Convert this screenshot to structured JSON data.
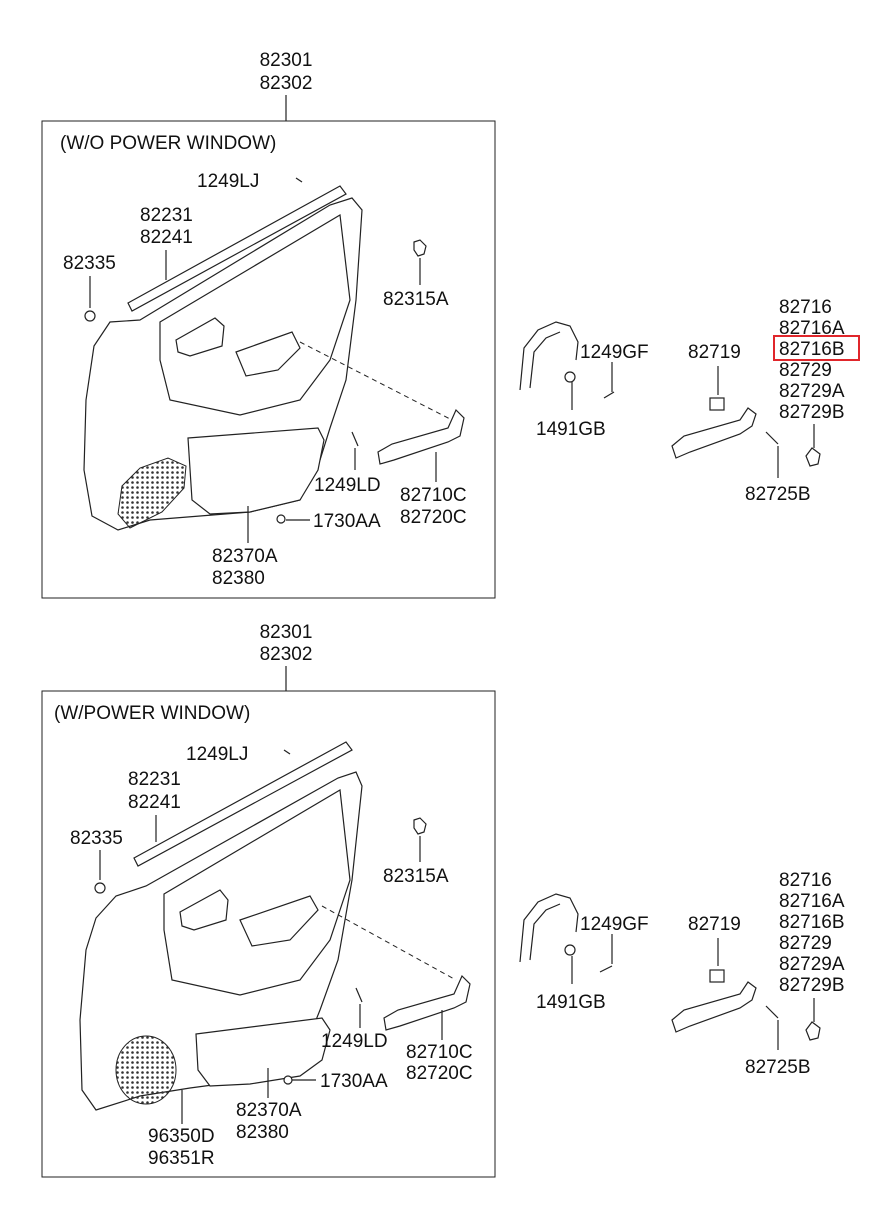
{
  "top_section": {
    "parent_parts": [
      "82301",
      "82302"
    ],
    "title": "(W/O POWER WINDOW)",
    "labels": {
      "p1249LJ": "1249LJ",
      "p82231": "82231",
      "p82241": "82241",
      "p82335": "82335",
      "p82315A": "82315A",
      "p1249LD": "1249LD",
      "p1730AA": "1730AA",
      "p82710C": "82710C",
      "p82720C": "82720C",
      "p82370A": "82370A",
      "p82380": "82380"
    }
  },
  "top_side": {
    "p1249GF": "1249GF",
    "p1491GB": "1491GB",
    "p82719": "82719",
    "p82725B": "82725B",
    "handle_parts": [
      "82716",
      "82716A",
      "82716B",
      "82729",
      "82729A",
      "82729B"
    ],
    "highlighted_part": "82716B",
    "highlight_color": "#e0262b"
  },
  "bottom_section": {
    "parent_parts": [
      "82301",
      "82302"
    ],
    "title": "(W/POWER WINDOW)",
    "labels": {
      "p1249LJ": "1249LJ",
      "p82231": "82231",
      "p82241": "82241",
      "p82335": "82335",
      "p82315A": "82315A",
      "p1249LD": "1249LD",
      "p1730AA": "1730AA",
      "p82710C": "82710C",
      "p82720C": "82720C",
      "p82370A": "82370A",
      "p82380": "82380",
      "p96350D": "96350D",
      "p96351R": "96351R"
    }
  },
  "bottom_side": {
    "p1249GF": "1249GF",
    "p1491GB": "1491GB",
    "p82719": "82719",
    "p82725B": "82725B",
    "handle_parts": [
      "82716",
      "82716A",
      "82716B",
      "82729",
      "82729A",
      "82729B"
    ]
  }
}
